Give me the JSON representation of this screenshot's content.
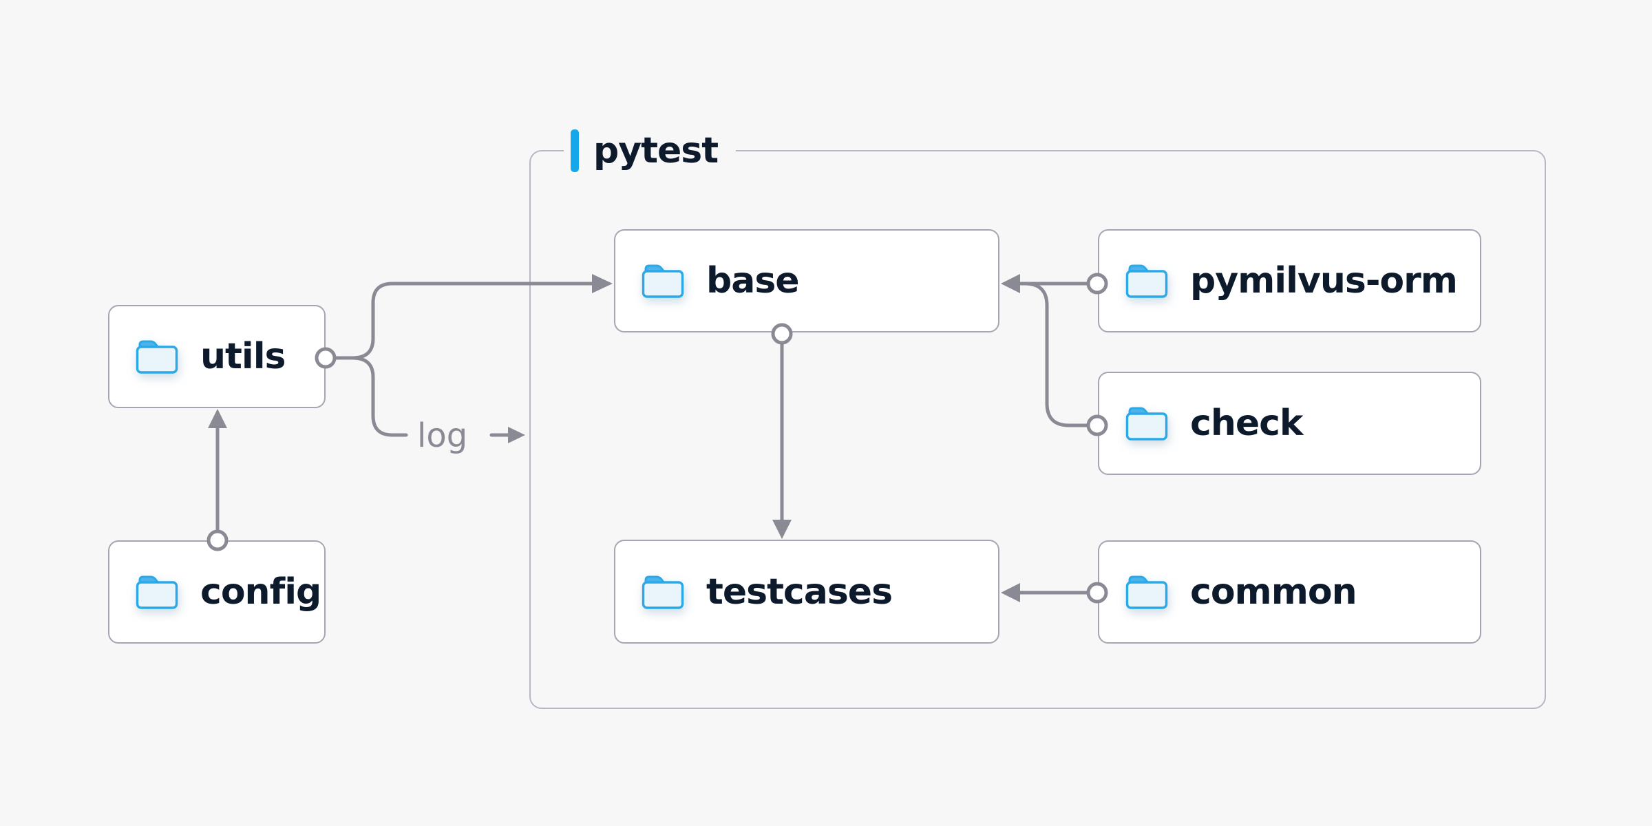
{
  "diagram": {
    "background_color": "#f7f7f8",
    "container": {
      "label": "pytest",
      "accent_color": "#14a7e9",
      "border_color": "#b8b7c6"
    },
    "nodes": [
      {
        "id": "utils",
        "label": "utils",
        "icon": "folder-icon"
      },
      {
        "id": "config",
        "label": "config",
        "icon": "folder-icon"
      },
      {
        "id": "base",
        "label": "base",
        "icon": "folder-icon",
        "group": "pytest"
      },
      {
        "id": "testcases",
        "label": "testcases",
        "icon": "folder-icon",
        "group": "pytest"
      },
      {
        "id": "pymilvus-orm",
        "label": "pymilvus-orm",
        "icon": "folder-icon",
        "group": "pytest"
      },
      {
        "id": "check",
        "label": "check",
        "icon": "folder-icon",
        "group": "pytest"
      },
      {
        "id": "common",
        "label": "common",
        "icon": "folder-icon",
        "group": "pytest"
      }
    ],
    "edges": [
      {
        "from": "config",
        "to": "utils",
        "label": ""
      },
      {
        "from": "utils",
        "to": "base",
        "label": ""
      },
      {
        "from": "utils",
        "to": "pytest",
        "label": "log"
      },
      {
        "from": "pymilvus-orm",
        "to": "base",
        "label": ""
      },
      {
        "from": "check",
        "to": "base",
        "label": ""
      },
      {
        "from": "base",
        "to": "testcases",
        "label": ""
      },
      {
        "from": "common",
        "to": "testcases",
        "label": ""
      }
    ],
    "colors": {
      "node_background": "#ffffff",
      "node_border": "#a6a5b2",
      "node_text": "#0d1a2b",
      "edge": "#8a8a94",
      "edge_label": "#8a8a94",
      "folder_stroke": "#2aa9e9",
      "folder_fill": "#e9f4fb",
      "folder_tab": "#4db3ea"
    }
  }
}
